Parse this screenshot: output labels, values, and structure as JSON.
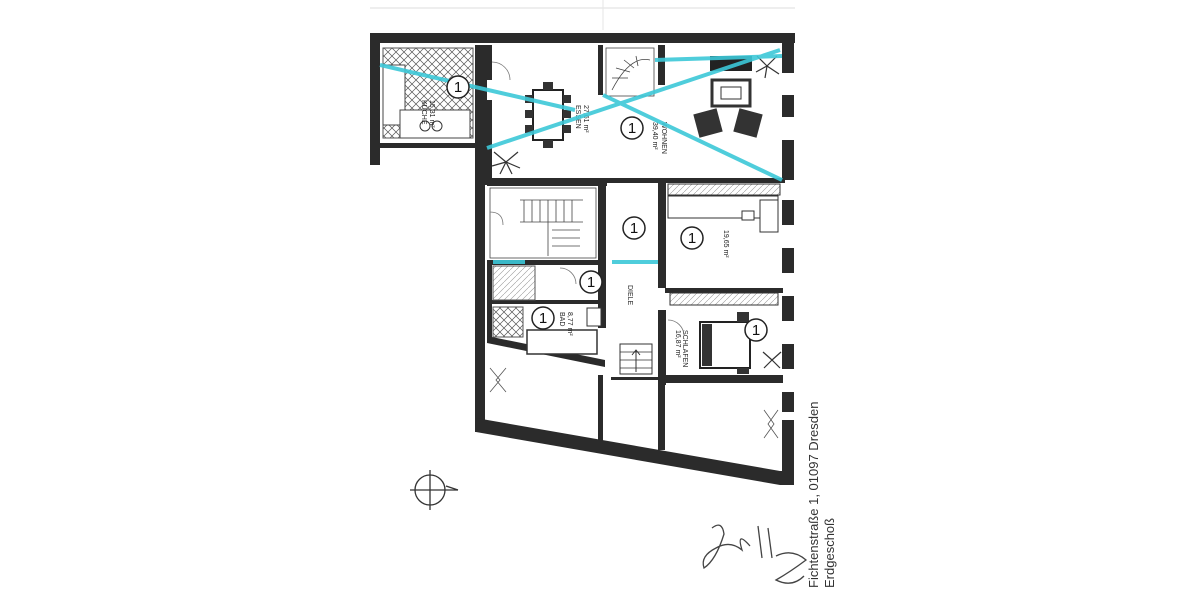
{
  "plan": {
    "address": "Fichtenstraße 1, 01097 Dresden",
    "floor": "Erdgeschoß",
    "rooms": {
      "kueche": {
        "name": "KÜCHE",
        "area": "15,31 m²"
      },
      "essen": {
        "name": "ESSEN",
        "area": "27,61 m²"
      },
      "wohnen": {
        "name": "WOHNEN",
        "area": "39,40 m²"
      },
      "zimmer": {
        "name": "",
        "area": "19,65 m²"
      },
      "diele": {
        "name": "DIELE",
        "area": ""
      },
      "bad": {
        "name": "BAD",
        "area": "8,77 m²"
      },
      "schlafen": {
        "name": "SCHLAFEN",
        "area": "16,87 m²"
      }
    },
    "marker_label": "1",
    "colors": {
      "wall": "#2b2b2b",
      "highlight": "#3cc8d8",
      "paper": "#ffffff"
    },
    "icons": [
      "compass-icon",
      "signature",
      "plant-icon"
    ]
  }
}
